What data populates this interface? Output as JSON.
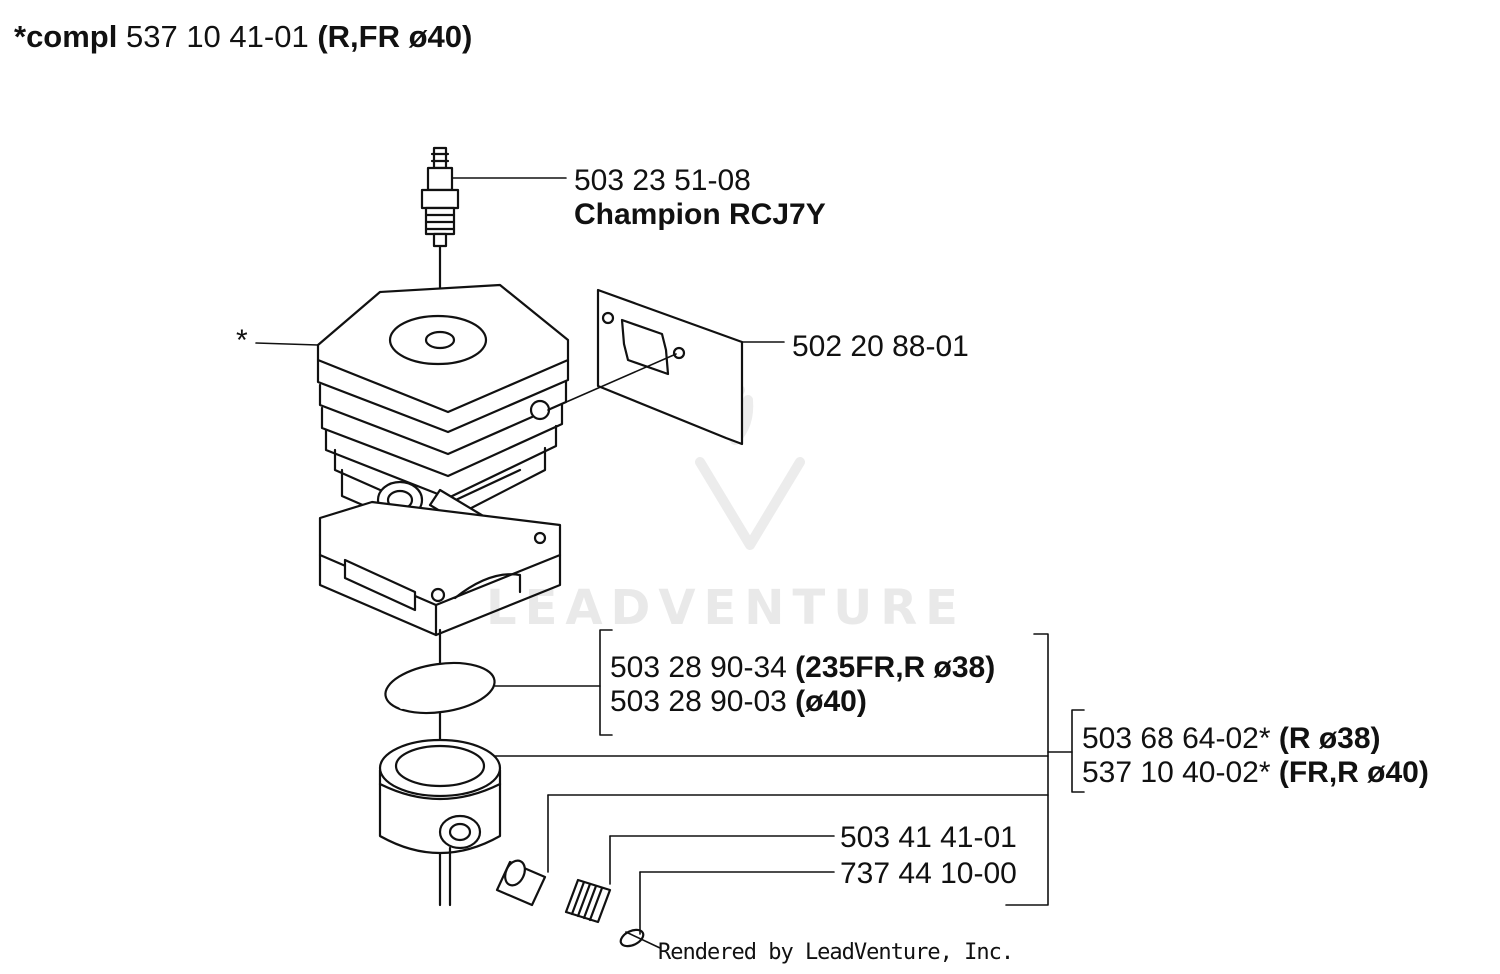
{
  "header": {
    "prefix": "*compl",
    "part_number": "537 10 41-01",
    "variant": "(R,FR ø40)"
  },
  "callouts": {
    "spark_plug": {
      "part": "503 23 51-08",
      "name": "Champion RCJ7Y"
    },
    "cylinder_marker": "*",
    "gasket": {
      "part": "502 20 88-01"
    },
    "piston_ring": [
      {
        "part": "503 28 90-34",
        "variant": "(235FR,R ø38)"
      },
      {
        "part": "503 28 90-03",
        "variant": "(ø40)"
      }
    ],
    "piston_assy": [
      {
        "part": "503 68 64-02*",
        "variant": "(R ø38)"
      },
      {
        "part": "537 10 40-02*",
        "variant": "(FR,R ø40)"
      }
    ],
    "pin": {
      "part": "503 41 41-01"
    },
    "bearing": {
      "part": "737 44 10-00"
    }
  },
  "watermark": "LEADVENTURE",
  "footer": "Rendered by LeadVenture, Inc."
}
